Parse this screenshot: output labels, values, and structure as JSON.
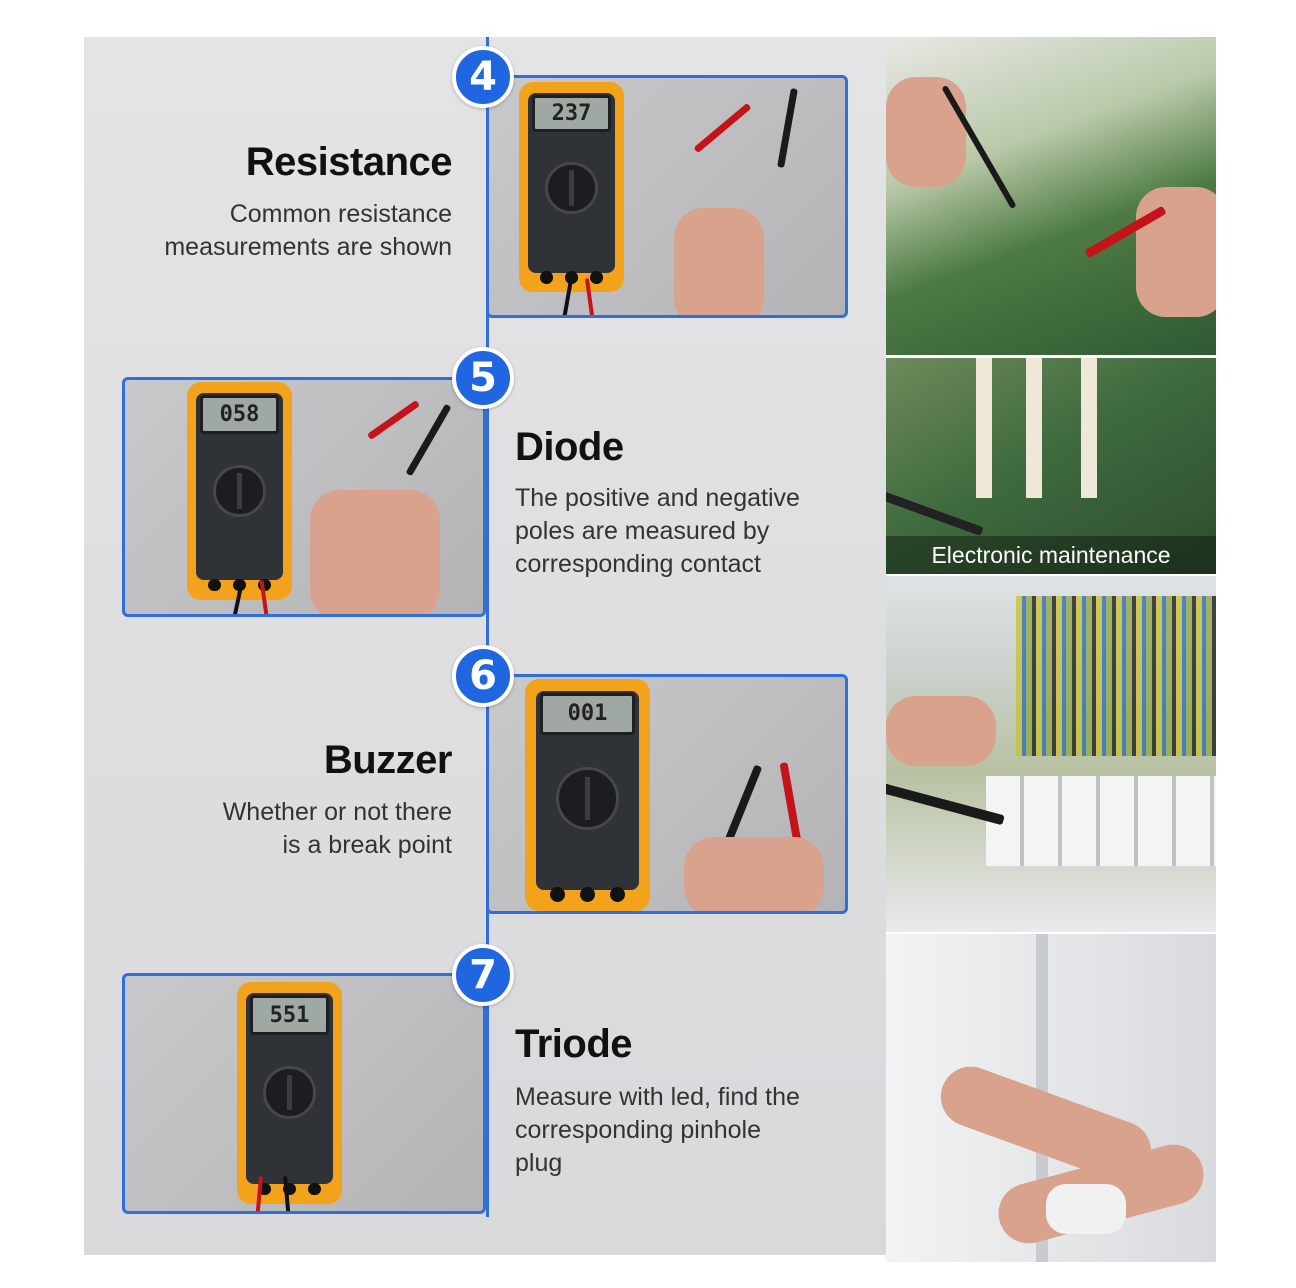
{
  "steps": [
    {
      "number": "4",
      "title": "Resistance",
      "description": "Common resistance\nmeasurements are shown",
      "reading": "237"
    },
    {
      "number": "5",
      "title": "Diode",
      "description": "The positive and negative\npoles are measured by\ncorresponding contact",
      "reading": "058"
    },
    {
      "number": "6",
      "title": "Buzzer",
      "description": "Whether or not there\nis a break point",
      "reading": "001"
    },
    {
      "number": "7",
      "title": "Triode",
      "description": "Measure with led, find the\ncorresponding pinhole\nplug",
      "reading": "551"
    }
  ],
  "side_images": {
    "caption": "Electronic maintenance"
  },
  "colors": {
    "accent": "#1f66e0",
    "meter_body": "#f2a21b",
    "panel": "#dcdcdf"
  }
}
